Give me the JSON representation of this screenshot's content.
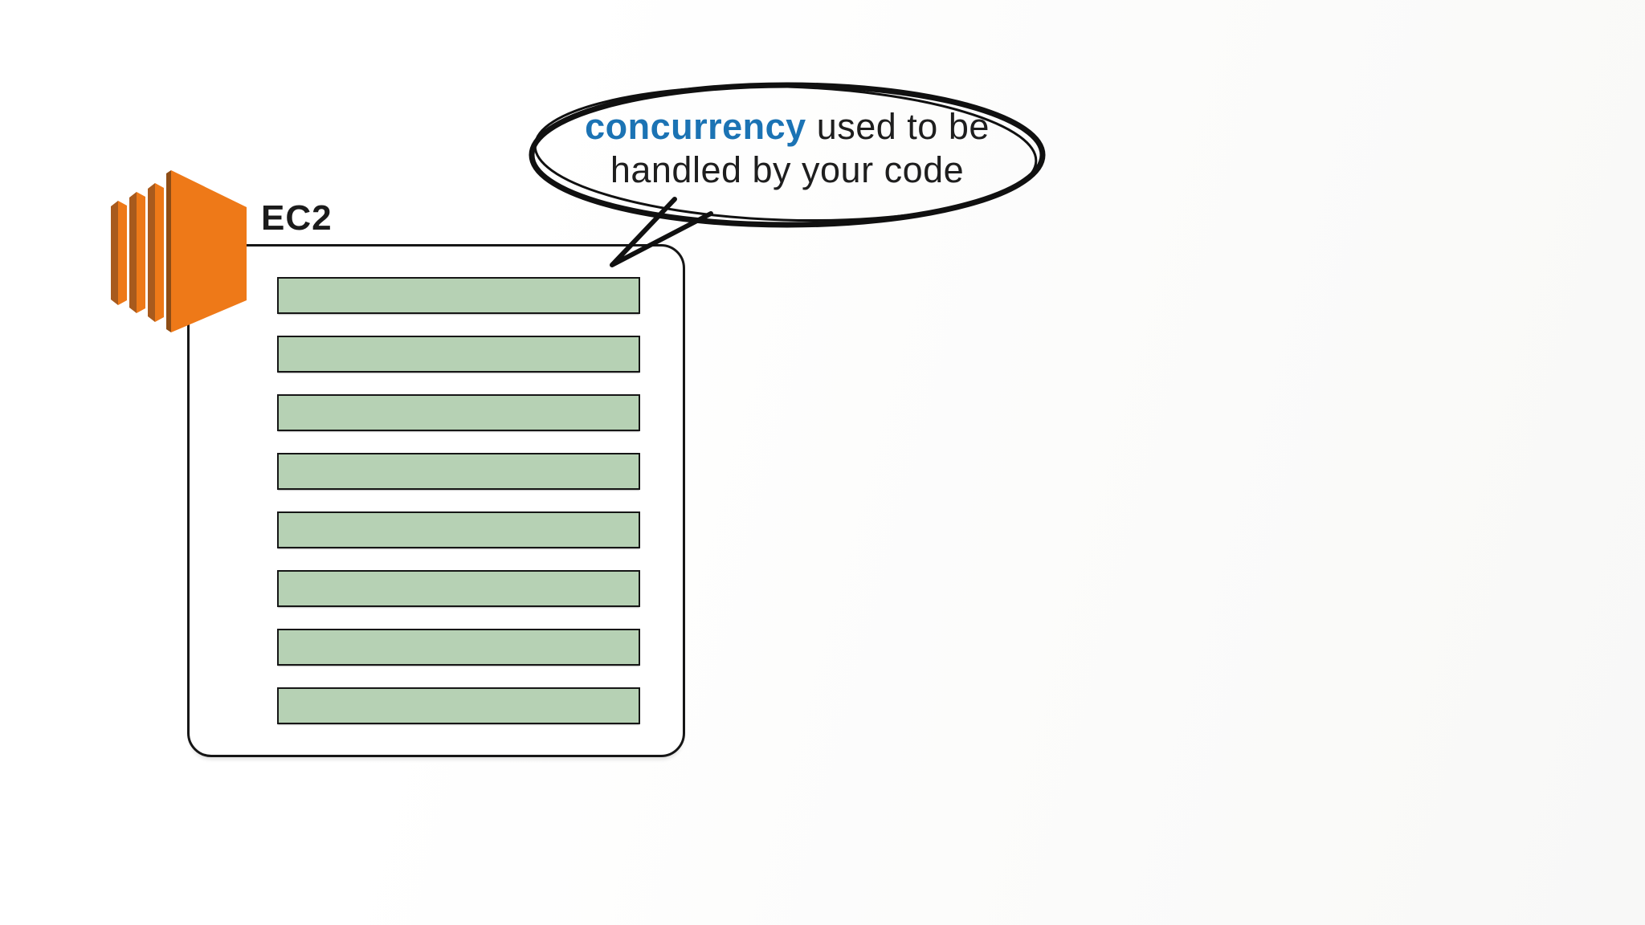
{
  "diagram": {
    "node": {
      "service_label": "EC2",
      "icon": "aws-ec2-instances-icon",
      "processes": {
        "count": 8
      }
    },
    "speech_bubble": {
      "highlight_word": "concurrency",
      "line1_rest": "used to be",
      "line2": "handled by your code"
    },
    "colors": {
      "ec2_orange": "#ee7918",
      "ec2_orange_side": "#a85a1d",
      "ec2_orange_deep": "#8f4d15",
      "process_green": "#b6d1b4",
      "highlight_blue": "#1b73b4",
      "outline_black": "#161616"
    }
  }
}
